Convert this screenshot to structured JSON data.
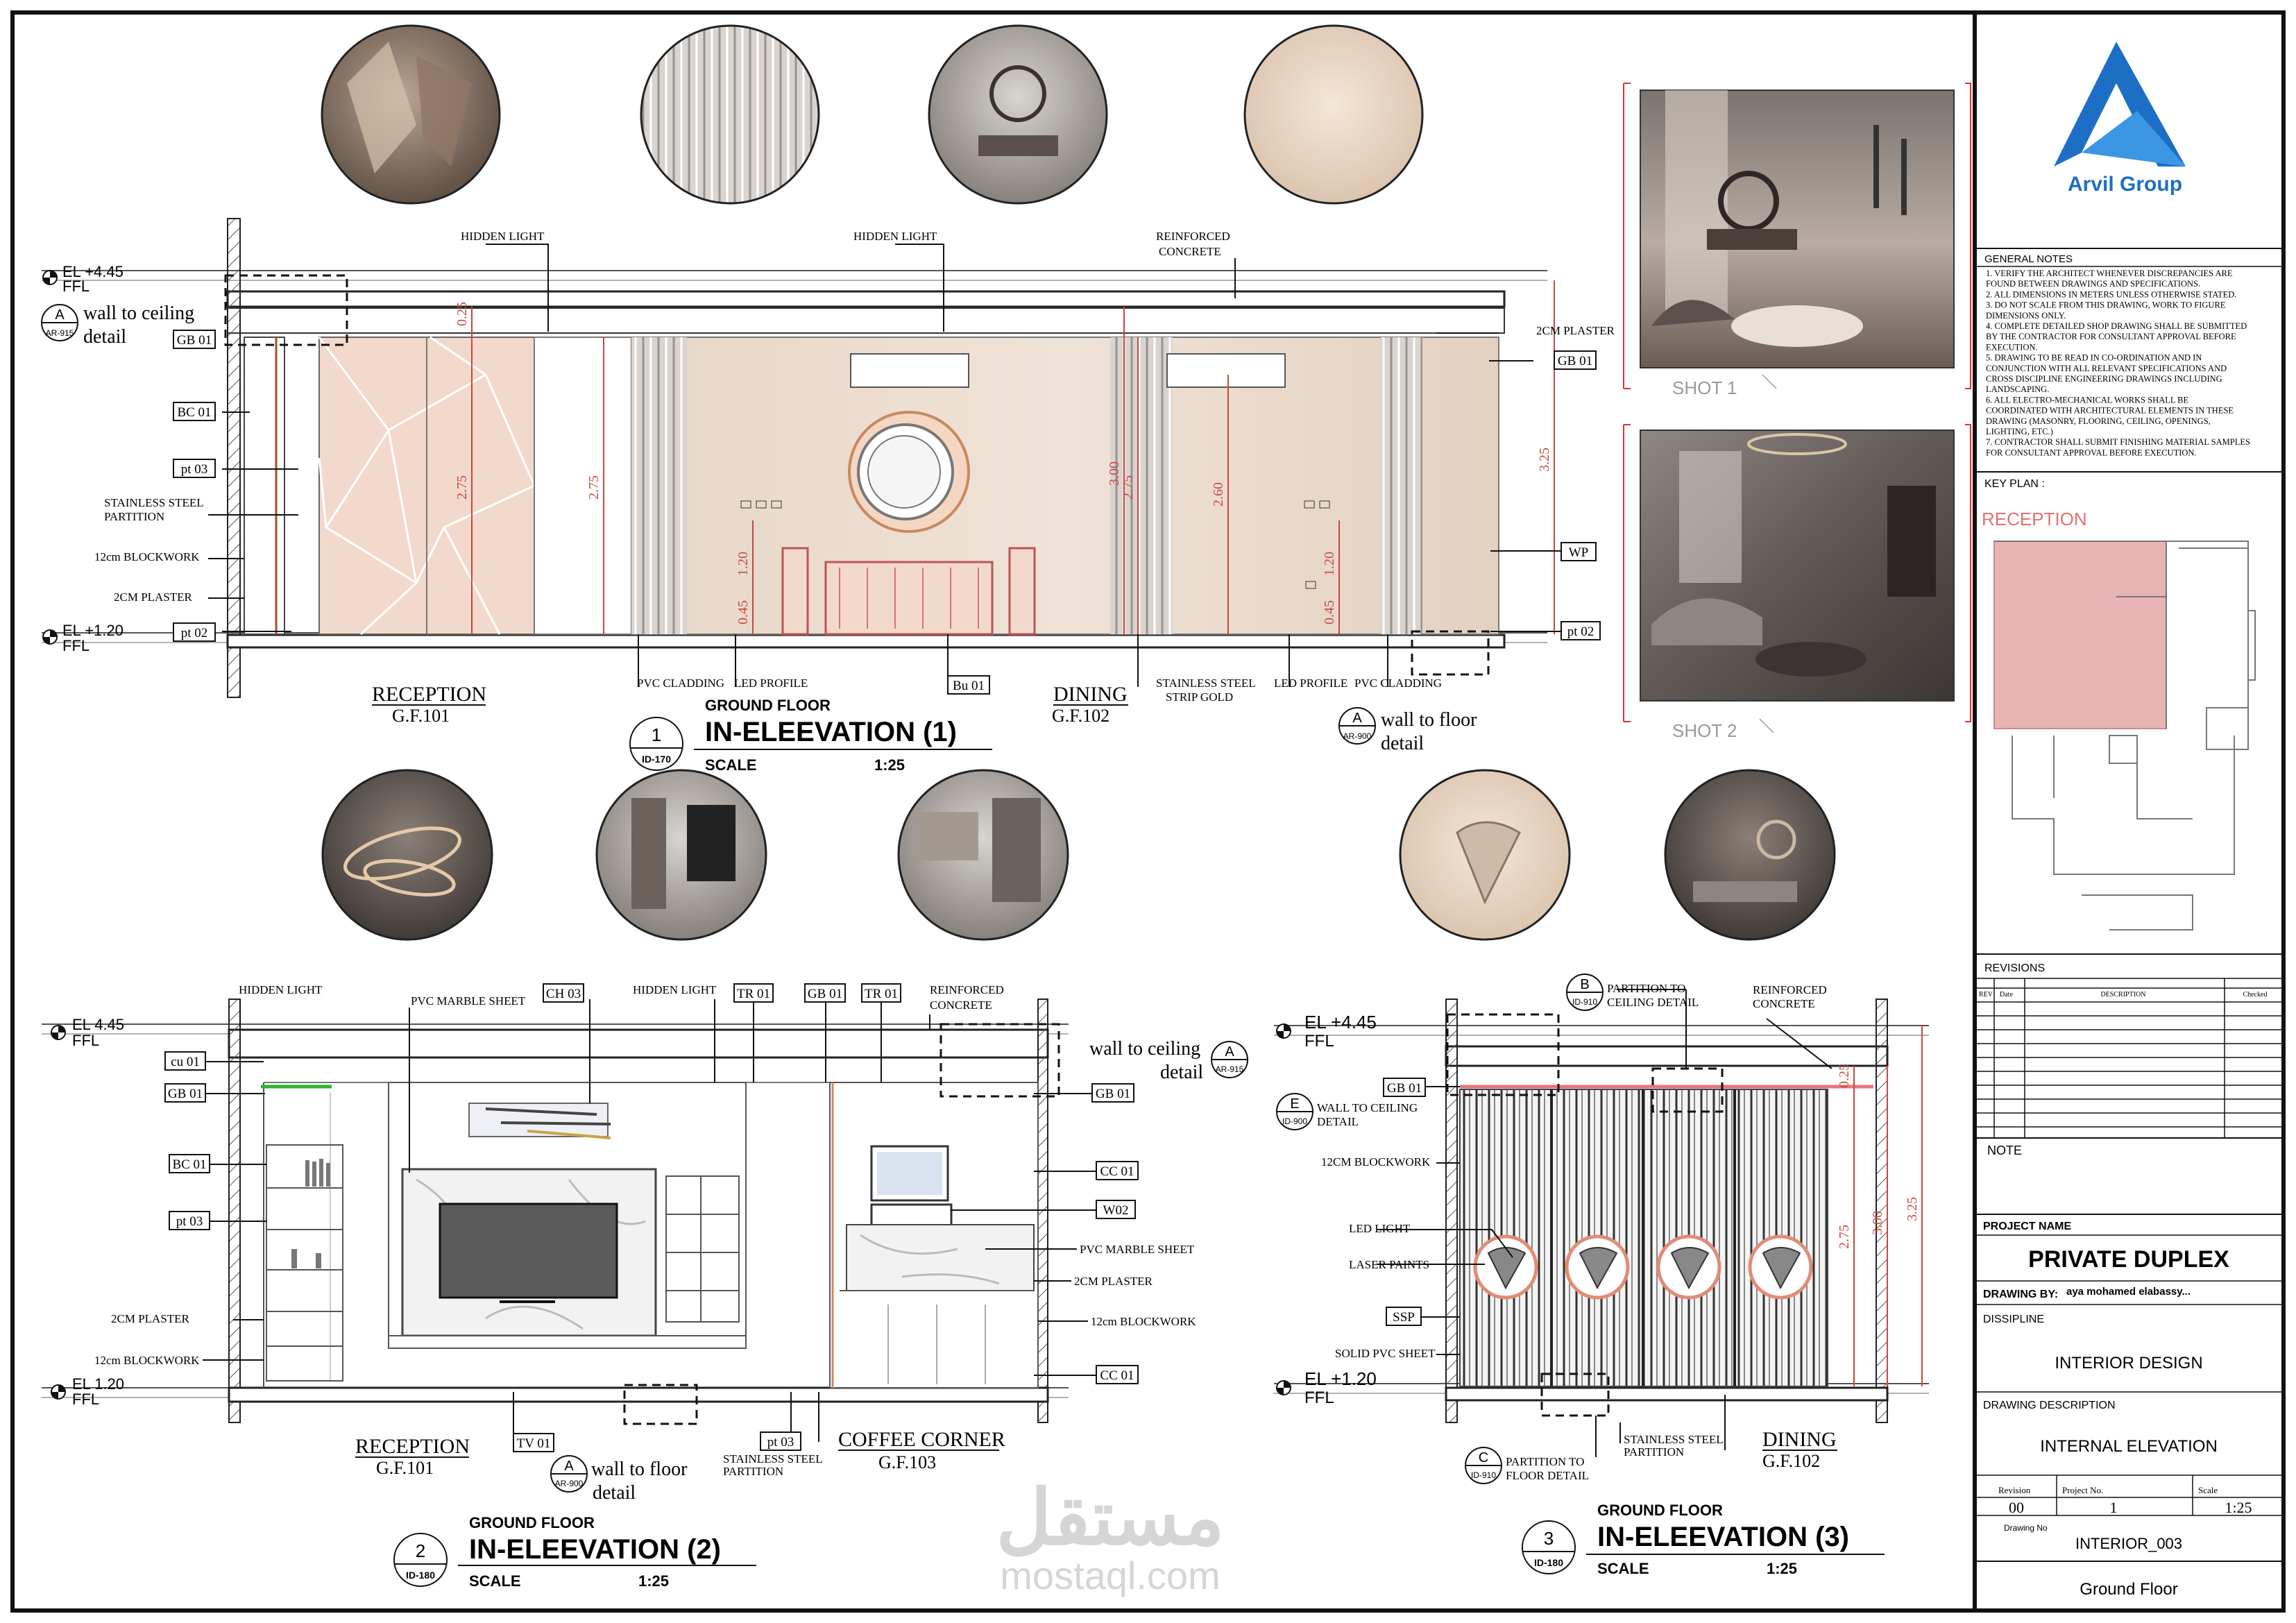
{
  "elevation1": {
    "number": "1",
    "ref": "ID-170",
    "floor": "GROUND FLOOR",
    "title": "IN-ELEEVATION (1)",
    "scale_label": "SCALE",
    "scale_value": "1:25",
    "el_top": "EL +4.45",
    "el_bottom": "EL +1.20",
    "ffl": "FFL",
    "room_left": "RECEPTION",
    "room_left_code": "G.F.101",
    "room_right": "DINING",
    "room_right_code": "G.F.102",
    "callout_top": {
      "letter": "A",
      "ref": "AR-915",
      "line1": "wall to ceiling",
      "line2": "detail"
    },
    "callout_bottom": {
      "letter": "A",
      "ref": "AR-900",
      "line1": "wall to floor",
      "line2": "detail"
    },
    "labels": {
      "hidden_light_1": "HIDDEN LIGHT",
      "hidden_light_2": "HIDDEN LIGHT",
      "reinforced_1": "REINFORCED",
      "reinforced_2": "CONCRETE",
      "plaster_right": "2CM PLASTER",
      "gb01_left": "GB 01",
      "gb01_right": "GB 01",
      "bc01": "BC 01",
      "pt03": "pt 03",
      "ssp_1": "STAINLESS STEEL",
      "ssp_2": "PARTITION",
      "blockwork": "12cm BLOCKWORK",
      "plaster_left": "2CM PLASTER",
      "pt02_left": "pt 02",
      "pt02_right": "pt 02",
      "wp": "WP",
      "pvc_1": "PVC CLADDING",
      "led_1": "LED PROFILE",
      "bu01": "Bu 01",
      "ssg_1": "STAINLESS STEEL",
      "ssg_2": "STRIP GOLD",
      "led_2": "LED PROFILE",
      "pvc_2": "PVC CLADDING"
    },
    "dims": {
      "d025": "0.25",
      "d275a": "2.75",
      "d275b": "2.75",
      "d300": "3.00",
      "d275c": "2.75",
      "d260": "2.60",
      "d325": "3.25",
      "d120a": "1.20",
      "d045a": "0.45",
      "d120b": "1.20",
      "d045b": "0.45"
    }
  },
  "elevation2": {
    "number": "2",
    "ref": "ID-180",
    "floor": "GROUND FLOOR",
    "title": "IN-ELEEVATION (2)",
    "scale_label": "SCALE",
    "scale_value": "1:25",
    "el_top": "EL 4.45",
    "el_bottom": "EL 1.20",
    "ffl": "FFL",
    "room_left": "RECEPTION",
    "room_left_code": "G.F.101",
    "room_right": "COFFEE CORNER",
    "room_right_code": "G.F.103",
    "callout_top": {
      "letter": "A",
      "ref": "AR-915",
      "line1": "wall to ceiling",
      "line2": "detail"
    },
    "callout_bottom": {
      "letter": "A",
      "ref": "AR-900",
      "line1": "wall to floor",
      "line2": "detail"
    },
    "labels": {
      "hidden_light_1": "HIDDEN LIGHT",
      "pvc_marble": "PVC MARBLE SHEET",
      "ch03": "CH 03",
      "hidden_light_2": "HIDDEN LIGHT",
      "tr01a": "TR 01",
      "gb01_top": "GB 01",
      "tr01b": "TR 01",
      "reinforced_1": "REINFORCED",
      "reinforced_2": "CONCRETE",
      "cu01": "cu 01",
      "gb01_left": "GB 01",
      "gb01_right": "GB 01",
      "bc01": "BC 01",
      "pt03": "pt 03",
      "plaster_left": "2CM PLASTER",
      "blockwork_left": "12cm BLOCKWORK",
      "cc01a": "CC 01",
      "w02": "W02",
      "pvc_marble_2": "PVC MARBLE SHEET",
      "plaster_right": "2CM PLASTER",
      "blockwork_right": "12cm BLOCKWORK",
      "cc01b": "CC 01",
      "tv01": "TV 01",
      "pt03b": "pt 03",
      "ssp_1": "STAINLESS STEEL",
      "ssp_2": "PARTITION"
    }
  },
  "elevation3": {
    "number": "3",
    "ref": "ID-180",
    "floor": "GROUND FLOOR",
    "title": "IN-ELEEVATION (3)",
    "scale_label": "SCALE",
    "scale_value": "1:25",
    "el_top": "EL +4.45",
    "el_bottom": "EL +1.20",
    "ffl": "FFL",
    "room_right": "DINING",
    "room_right_code": "G.F.102",
    "callout_b": {
      "letter": "B",
      "ref": "ID-910",
      "line1": "PARTITION TO",
      "line2": "CEILING DETAIL"
    },
    "callout_e": {
      "letter": "E",
      "ref": "ID-900",
      "line1": "WALL TO CEILING",
      "line2": "DETAIL"
    },
    "callout_c": {
      "letter": "C",
      "ref": "ID-910",
      "line1": "PARTITION TO",
      "line2": "FLOOR DETAIL"
    },
    "labels": {
      "reinforced_1": "REINFORCED",
      "reinforced_2": "CONCRETE",
      "gb01": "GB 01",
      "blockwork": "12CM BLOCKWORK",
      "led_light": "LED LIGHT",
      "laser": "LASER PAINTS",
      "ssp": "SSP",
      "solid_pvc": "SOLID PVC SHEET",
      "ssp_1": "STAINLESS STEEL",
      "ssp_2": "PARTITION"
    },
    "dims": {
      "d025": "0.25",
      "d275": "2.75",
      "d300": "3.00",
      "d325": "3.25"
    }
  },
  "shots": {
    "shot1": "SHOT  1",
    "shot2": "SHOT  2"
  },
  "title_block": {
    "company": "Arvil Group",
    "general_notes_title": "GENERAL NOTES",
    "notes": [
      "1.  VERIFY THE ARCHITECT WHENEVER DISCREPANCIES ARE",
      "     FOUND BETWEEN DRAWINGS AND SPECIFICATIONS.",
      "2.  ALL DIMENSIONS IN METERS UNLESS OTHERWISE STATED.",
      "3.  DO NOT SCALE FROM THIS DRAWING, WORK TO FIGURE",
      "     DIMENSIONS ONLY.",
      "4.  COMPLETE DETAILED SHOP DRAWING SHALL BE SUBMITTED",
      "     BY THE CONTRACTOR FOR CONSULTANT APPROVAL BEFORE",
      "     EXECUTION.",
      "5.  DRAWING TO BE READ IN CO-ORDINATION AND IN",
      "     CONJUNCTION WITH ALL RELEVANT SPECIFICATIONS AND",
      "     CROSS DISCIPLINE ENGINEERING DRAWINGS INCLUDING",
      "     LANDSCAPING.",
      "6.  ALL ELECTRO-MECHANICAL WORKS SHALL BE",
      "     COORDINATED WITH ARCHITECTURAL ELEMENTS IN THESE",
      "     DRAWING (MASONRY, FLOORING, CEILING, OPENINGS,",
      "     LIGHTING, ETC.)",
      "7.  CONTRACTOR SHALL SUBMIT FINISHING MATERIAL SAMPLES",
      "     FOR CONSULTANT APPROVAL BEFORE EXECUTION."
    ],
    "key_plan_label": "KEY PLAN :",
    "key_plan_room": "RECEPTION",
    "revisions_label": "REVISIONS",
    "rev_headers": {
      "rev": "REV",
      "date": "Date",
      "description": "DESCRIPTION",
      "checked": "Checked"
    },
    "note_label": "NOTE",
    "project_name_label": "PROJECT NAME",
    "project_name": "PRIVATE DUPLEX",
    "drawn_by_label": "DRAWING BY:",
    "drawn_by": "aya mohamed elabassy...",
    "discipline_label": "DISSIPLINE",
    "discipline": "INTERIOR  DESIGN",
    "drawing_desc_label": "DRAWING DESCRIPTION",
    "drawing_desc": "INTERNAL ELEVATION",
    "revision_label": "Revision",
    "project_no_label": "Project No.",
    "scale_label": "Scale",
    "revision": "00",
    "project_no": "1",
    "scale": "1:25",
    "drawing_no_label": "Drawing No",
    "drawing_no": "INTERIOR_003",
    "floor": "Ground Floor"
  },
  "watermark": {
    "arabic": "مستقل",
    "latin": "mostaql.com"
  },
  "colors": {
    "dim_red": "#c8483f",
    "beige": "#e9d5c4",
    "pink": "#f3d9cc",
    "key_plan_highlight": "#e7b3b3",
    "logo_blue": "#1d6fc6"
  }
}
